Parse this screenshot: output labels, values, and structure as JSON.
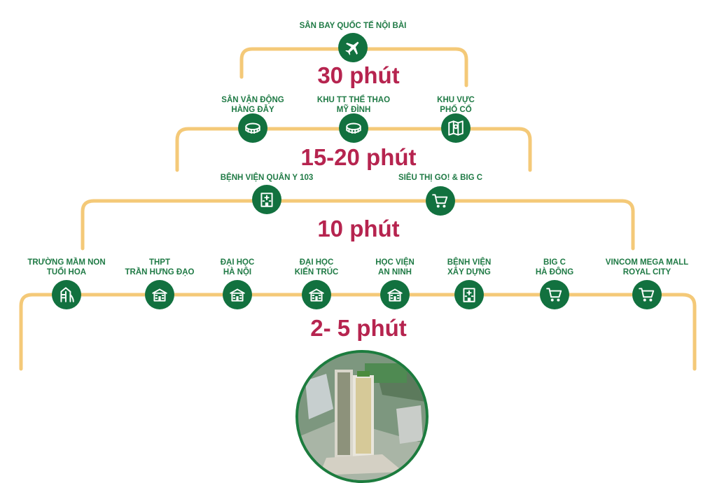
{
  "colors": {
    "arch": "#f4c978",
    "icon_bg": "#12713f",
    "label": "#1f7a45",
    "time": "#b6244f",
    "ring": "#1c7c3e"
  },
  "tiers": [
    {
      "time": "30 phút",
      "nodes": [
        {
          "lines": [
            "SÂN BAY QUỐC TẾ NỘI BÀI"
          ],
          "icon": "airplane-icon"
        }
      ]
    },
    {
      "time": "15-20 phút",
      "nodes": [
        {
          "lines": [
            "SÂN VẬN ĐỘNG",
            "HÀNG ĐẪY"
          ],
          "icon": "stadium-icon"
        },
        {
          "lines": [
            "KHU TT THỂ THAO",
            "MỸ ĐÌNH"
          ],
          "icon": "stadium-icon"
        },
        {
          "lines": [
            "KHU VỰC",
            "PHỐ CỔ"
          ],
          "icon": "map-pin-icon"
        }
      ]
    },
    {
      "time": "10 phút",
      "nodes": [
        {
          "lines": [
            "BỆNH VIỆN QUÂN Y 103"
          ],
          "icon": "hospital-icon"
        },
        {
          "lines": [
            "SIÊU THỊ GO! & BIG C"
          ],
          "icon": "shopping-cart-icon"
        }
      ]
    },
    {
      "time": "2- 5 phút",
      "nodes": [
        {
          "lines": [
            "TRƯỜNG MẦM NON",
            "TUỔI HOA"
          ],
          "icon": "playground-icon"
        },
        {
          "lines": [
            "THPT",
            "TRẦN HƯNG ĐẠO"
          ],
          "icon": "school-icon"
        },
        {
          "lines": [
            "ĐẠI HỌC",
            "HÀ NỘI"
          ],
          "icon": "school-icon"
        },
        {
          "lines": [
            "ĐẠI HỌC",
            "KIẾN TRÚC"
          ],
          "icon": "school-icon"
        },
        {
          "lines": [
            "HỌC VIỆN",
            "AN NINH"
          ],
          "icon": "school-icon"
        },
        {
          "lines": [
            "BỆNH VIỆN",
            "XÂY DỰNG"
          ],
          "icon": "hospital-icon"
        },
        {
          "lines": [
            "BIG C",
            "HÀ ĐÔNG"
          ],
          "icon": "shopping-cart-icon"
        },
        {
          "lines": [
            "VINCOM MEGA MALL",
            "ROYAL CITY"
          ],
          "icon": "shopping-cart-icon"
        }
      ]
    }
  ]
}
